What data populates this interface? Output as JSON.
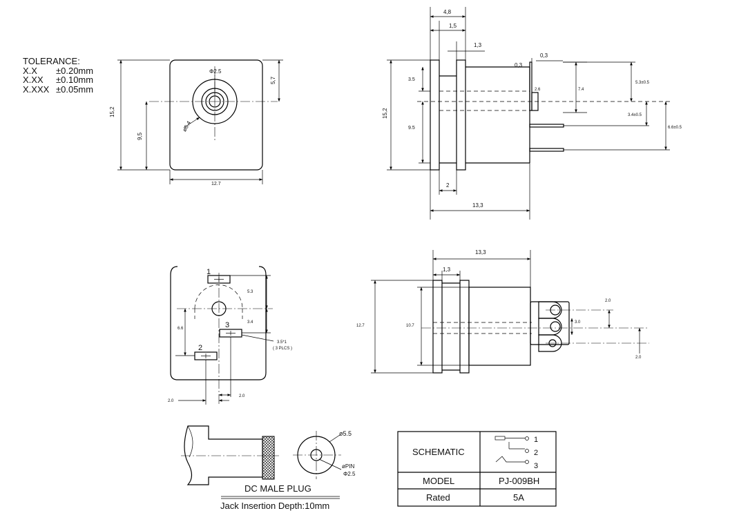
{
  "tolerance": {
    "title": "TOLERANCE:",
    "rows": [
      {
        "key": "X.X",
        "value": "±0.20mm"
      },
      {
        "key": "X.XX",
        "value": "±0.10mm"
      },
      {
        "key": "X.XXX",
        "value": "±0.05mm"
      }
    ]
  },
  "front_view": {
    "hole_dia": "Φ2.5",
    "boss_dia": "ø6.4",
    "dim_height": "15,2",
    "dim_center": "9,5",
    "dim_top": "5,7",
    "dim_width": "12.7"
  },
  "side_view": {
    "dim_length_a": "4,8",
    "dim_length_b": "1,5",
    "dim_length_c": "1,3",
    "dim_pin_thickness_top": "0,3",
    "dim_pin_thickness_left": "0,3",
    "dim_height": "15,2",
    "dim_upper": "3.5",
    "dim_lower": "9.5",
    "dim_pin_width": "2.6",
    "dim_pin_span": "7.4",
    "dim_right_1": "5.3±0.5",
    "dim_right_2": "3.4±0.5",
    "dim_right_3": "6.6±0.5",
    "dim_flange": "2",
    "dim_total": "13,3"
  },
  "pcb_view": {
    "pin_1": "1",
    "pin_2": "2",
    "pin_3": "3",
    "dim_a": "5.3",
    "dim_b": "3.4",
    "dim_c": "6.6",
    "dim_d": "2.0",
    "dim_e": "2.0",
    "slot_note": "3.5*1",
    "slot_count": "( 3 PLCS )"
  },
  "bottom_view": {
    "dim_total": "13,3",
    "dim_flange": "1,3",
    "dim_height": "12.7",
    "dim_inner": "10.7",
    "dim_pitch_a": "2.0",
    "dim_pitch_b": "3.0",
    "dim_pitch_c": "2.0"
  },
  "plug": {
    "dim_outer": "ø5.5",
    "dim_pin_label": "øPIN",
    "dim_pin_value": "Φ2.5",
    "title": "DC MALE PLUG",
    "insertion_depth": "Jack Insertion Depth:10mm"
  },
  "spec_table": {
    "schematic_label": "SCHEMATIC",
    "schematic_pins": [
      "1",
      "2",
      "3"
    ],
    "rows": [
      {
        "label": "MODEL",
        "value": "PJ-009BH"
      },
      {
        "label": "Rated",
        "value": "5A"
      }
    ]
  }
}
